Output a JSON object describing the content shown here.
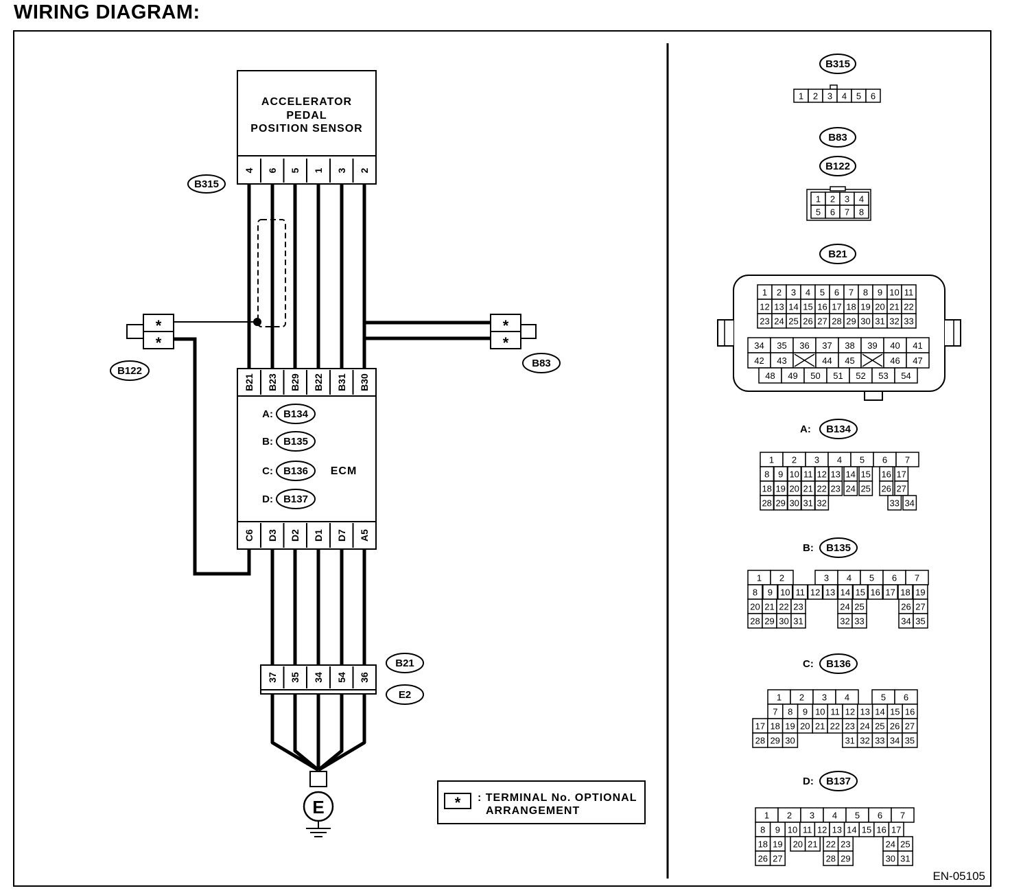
{
  "title": "WIRING DIAGRAM:",
  "sensor": {
    "name_lines": [
      "ACCELERATOR",
      "PEDAL",
      "POSITION SENSOR"
    ],
    "connector": "B315",
    "pins": [
      "4",
      "6",
      "5",
      "1",
      "3",
      "2"
    ]
  },
  "ecm": {
    "name": "ECM",
    "top_pins": [
      "B21",
      "B23",
      "B29",
      "B22",
      "B31",
      "B30"
    ],
    "bottom_pins": [
      "C6",
      "D3",
      "D2",
      "D1",
      "D7",
      "A5"
    ],
    "connectors": [
      {
        "prefix": "A:",
        "id": "B134"
      },
      {
        "prefix": "B:",
        "id": "B135"
      },
      {
        "prefix": "C:",
        "id": "B136"
      },
      {
        "prefix": "D:",
        "id": "B137"
      }
    ]
  },
  "joint_left": {
    "id": "B122",
    "pins": [
      "*",
      "*"
    ]
  },
  "joint_right": {
    "id": "B83",
    "pins": [
      "*",
      "*"
    ]
  },
  "harness": {
    "ids": [
      "B21",
      "E2"
    ],
    "pins": [
      "37",
      "35",
      "34",
      "54",
      "36"
    ]
  },
  "ground": {
    "label": "E"
  },
  "legend": {
    "symbol": "*",
    "lines": [
      ": TERMINAL No. OPTIONAL",
      "ARRANGEMENT"
    ]
  },
  "connector_views": {
    "b315": {
      "id": "B315",
      "pins": [
        "1",
        "2",
        "3",
        "4",
        "5",
        "6"
      ]
    },
    "b83_b122": {
      "ids": [
        "B83",
        "B122"
      ],
      "rows": [
        [
          "1",
          "2",
          "3",
          "4"
        ],
        [
          "5",
          "6",
          "7",
          "8"
        ]
      ]
    },
    "b21": {
      "id": "B21",
      "upper_rows": [
        [
          "1",
          "2",
          "3",
          "4",
          "5",
          "6",
          "7",
          "8",
          "9",
          "10",
          "11"
        ],
        [
          "12",
          "13",
          "14",
          "15",
          "16",
          "17",
          "18",
          "19",
          "20",
          "21",
          "22"
        ],
        [
          "23",
          "24",
          "25",
          "26",
          "27",
          "28",
          "29",
          "30",
          "31",
          "32",
          "33"
        ]
      ],
      "lower_rows": [
        [
          "34",
          "35",
          "36",
          "37",
          "38",
          "39",
          "40",
          "41"
        ],
        [
          "42",
          "43",
          "",
          "44",
          "45",
          "",
          "46",
          "47"
        ],
        [
          "48",
          "49",
          "50",
          "51",
          "52",
          "53",
          "54"
        ]
      ]
    },
    "a": {
      "prefix": "A:",
      "id": "B134",
      "rows": [
        [
          "1",
          "2",
          "3",
          "4",
          "5",
          "6",
          "7"
        ],
        [
          "8",
          "9",
          "10",
          "11",
          "12",
          "13",
          "14",
          "15",
          "16",
          "17"
        ],
        [
          "18",
          "19",
          "20",
          "21",
          "22",
          "23",
          "24",
          "25",
          "26",
          "27"
        ],
        [
          "28",
          "29",
          "30",
          "31",
          "32",
          "33",
          "34"
        ]
      ]
    },
    "b": {
      "prefix": "B:",
      "id": "B135",
      "rows": [
        [
          "1",
          "2",
          "3",
          "4",
          "5",
          "6",
          "7"
        ],
        [
          "8",
          "9",
          "10",
          "11",
          "12",
          "13",
          "14",
          "15",
          "16",
          "17",
          "18",
          "19"
        ],
        [
          "20",
          "21",
          "22",
          "23",
          "24",
          "25",
          "26",
          "27"
        ],
        [
          "28",
          "29",
          "30",
          "31",
          "32",
          "33",
          "34",
          "35"
        ]
      ]
    },
    "c": {
      "prefix": "C:",
      "id": "B136",
      "rows": [
        [
          "1",
          "2",
          "3",
          "4",
          "5",
          "6"
        ],
        [
          "7",
          "8",
          "9",
          "10",
          "11",
          "12",
          "13",
          "14",
          "15",
          "16"
        ],
        [
          "17",
          "18",
          "19",
          "20",
          "21",
          "22",
          "23",
          "24",
          "25",
          "26",
          "27"
        ],
        [
          "28",
          "29",
          "30",
          "31",
          "32",
          "33",
          "34",
          "35"
        ]
      ]
    },
    "d": {
      "prefix": "D:",
      "id": "B137",
      "rows": [
        [
          "1",
          "2",
          "3",
          "4",
          "5",
          "6",
          "7"
        ],
        [
          "8",
          "9",
          "10",
          "11",
          "12",
          "13",
          "14",
          "15",
          "16",
          "17"
        ],
        [
          "18",
          "19",
          "20",
          "21",
          "22",
          "23",
          "24",
          "25"
        ],
        [
          "26",
          "27",
          "28",
          "29",
          "30",
          "31"
        ]
      ]
    }
  },
  "code": "EN-05105"
}
